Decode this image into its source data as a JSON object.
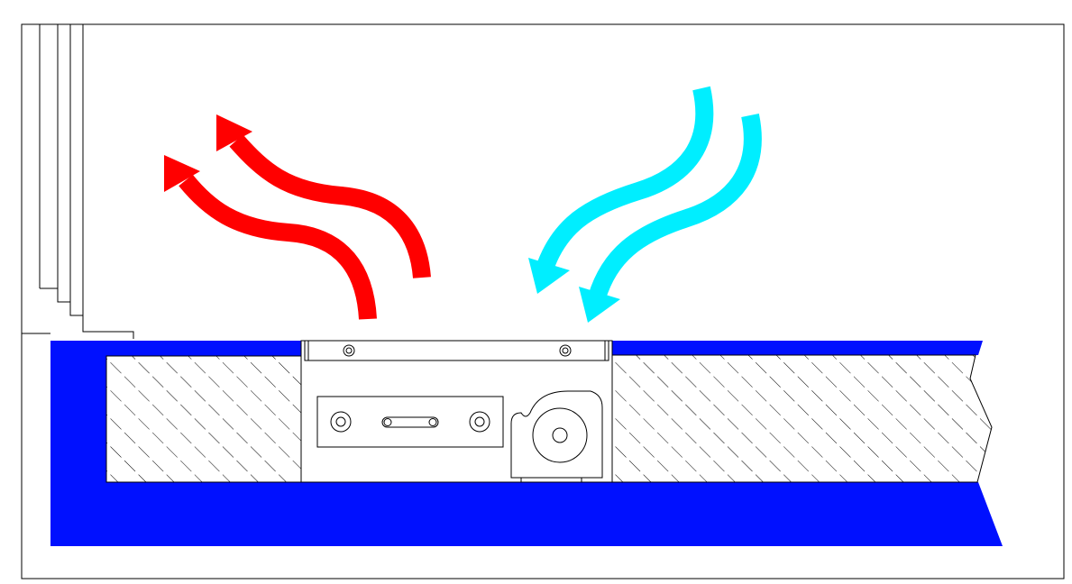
{
  "colors": {
    "background": "#ffffff",
    "line": "#000000",
    "floor": "#0010ff",
    "warm_air": "#ff0000",
    "cool_air": "#00eeff",
    "hatch": "#000000"
  },
  "diagram": {
    "elements": [
      "wall-panel",
      "floor-slab",
      "screed-layer",
      "trench-convector",
      "grille",
      "fan-unit",
      "heat-exchanger",
      "warm-air-arrow",
      "cool-air-arrow"
    ]
  }
}
